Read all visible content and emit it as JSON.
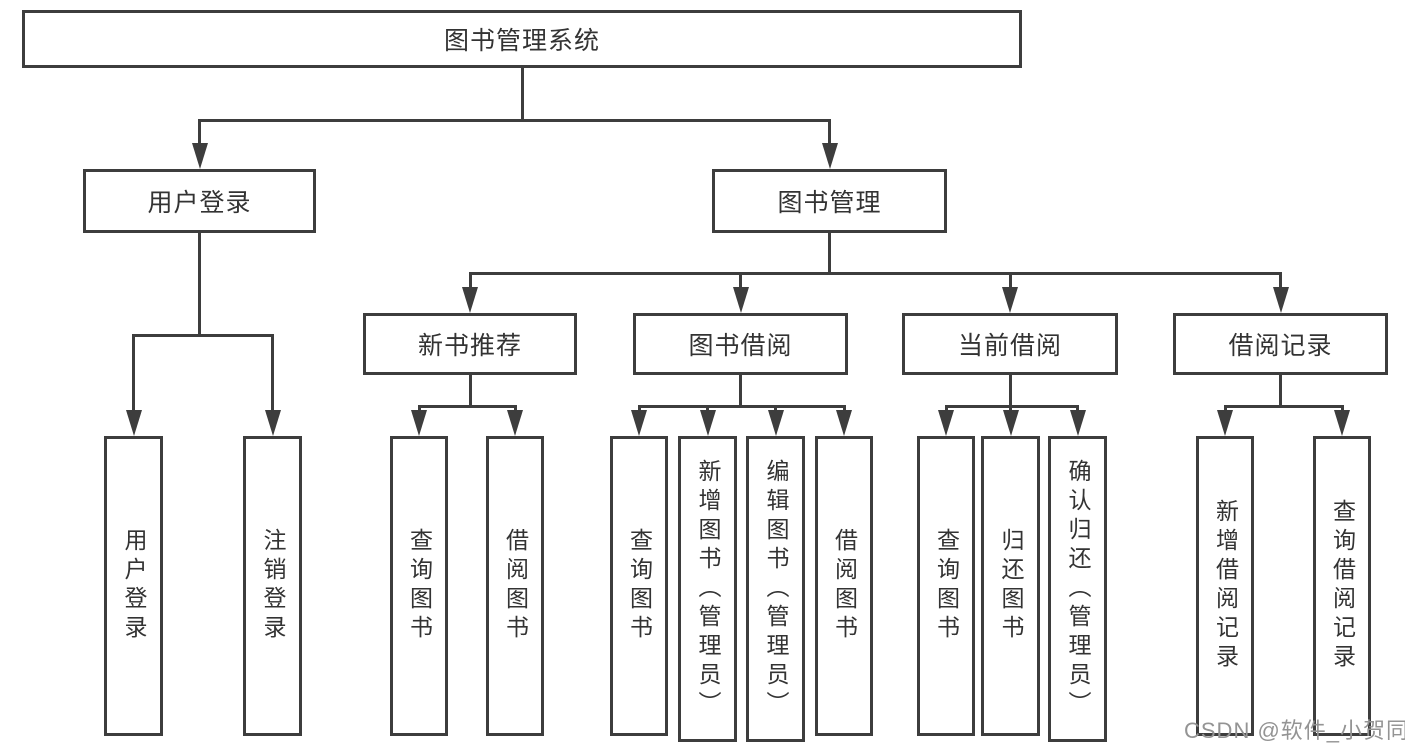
{
  "diagram": {
    "colors": {
      "line": "#3d3d3d",
      "border": "#3d3d3d",
      "text": "#333333",
      "background": "#ffffff",
      "watermark": "#949494"
    },
    "watermark": "CSDN @软件_小贺同学",
    "tree": {
      "root": {
        "label": "图书管理系统",
        "children": [
          {
            "label": "用户登录",
            "children": [
              {
                "label": "用户登录"
              },
              {
                "label": "注销登录"
              }
            ]
          },
          {
            "label": "图书管理",
            "children": [
              {
                "label": "新书推荐",
                "children": [
                  {
                    "label": "查询图书"
                  },
                  {
                    "label": "借阅图书"
                  }
                ]
              },
              {
                "label": "图书借阅",
                "children": [
                  {
                    "label": "查询图书"
                  },
                  {
                    "label": "新增图书（管理员）"
                  },
                  {
                    "label": "编辑图书（管理员）"
                  },
                  {
                    "label": "借阅图书"
                  }
                ]
              },
              {
                "label": "当前借阅",
                "children": [
                  {
                    "label": "查询图书"
                  },
                  {
                    "label": "归还图书"
                  },
                  {
                    "label": "确认归还（管理员）"
                  }
                ]
              },
              {
                "label": "借阅记录",
                "children": [
                  {
                    "label": "新增借阅记录"
                  },
                  {
                    "label": "查询借阅记录"
                  }
                ]
              }
            ]
          }
        ]
      }
    }
  }
}
